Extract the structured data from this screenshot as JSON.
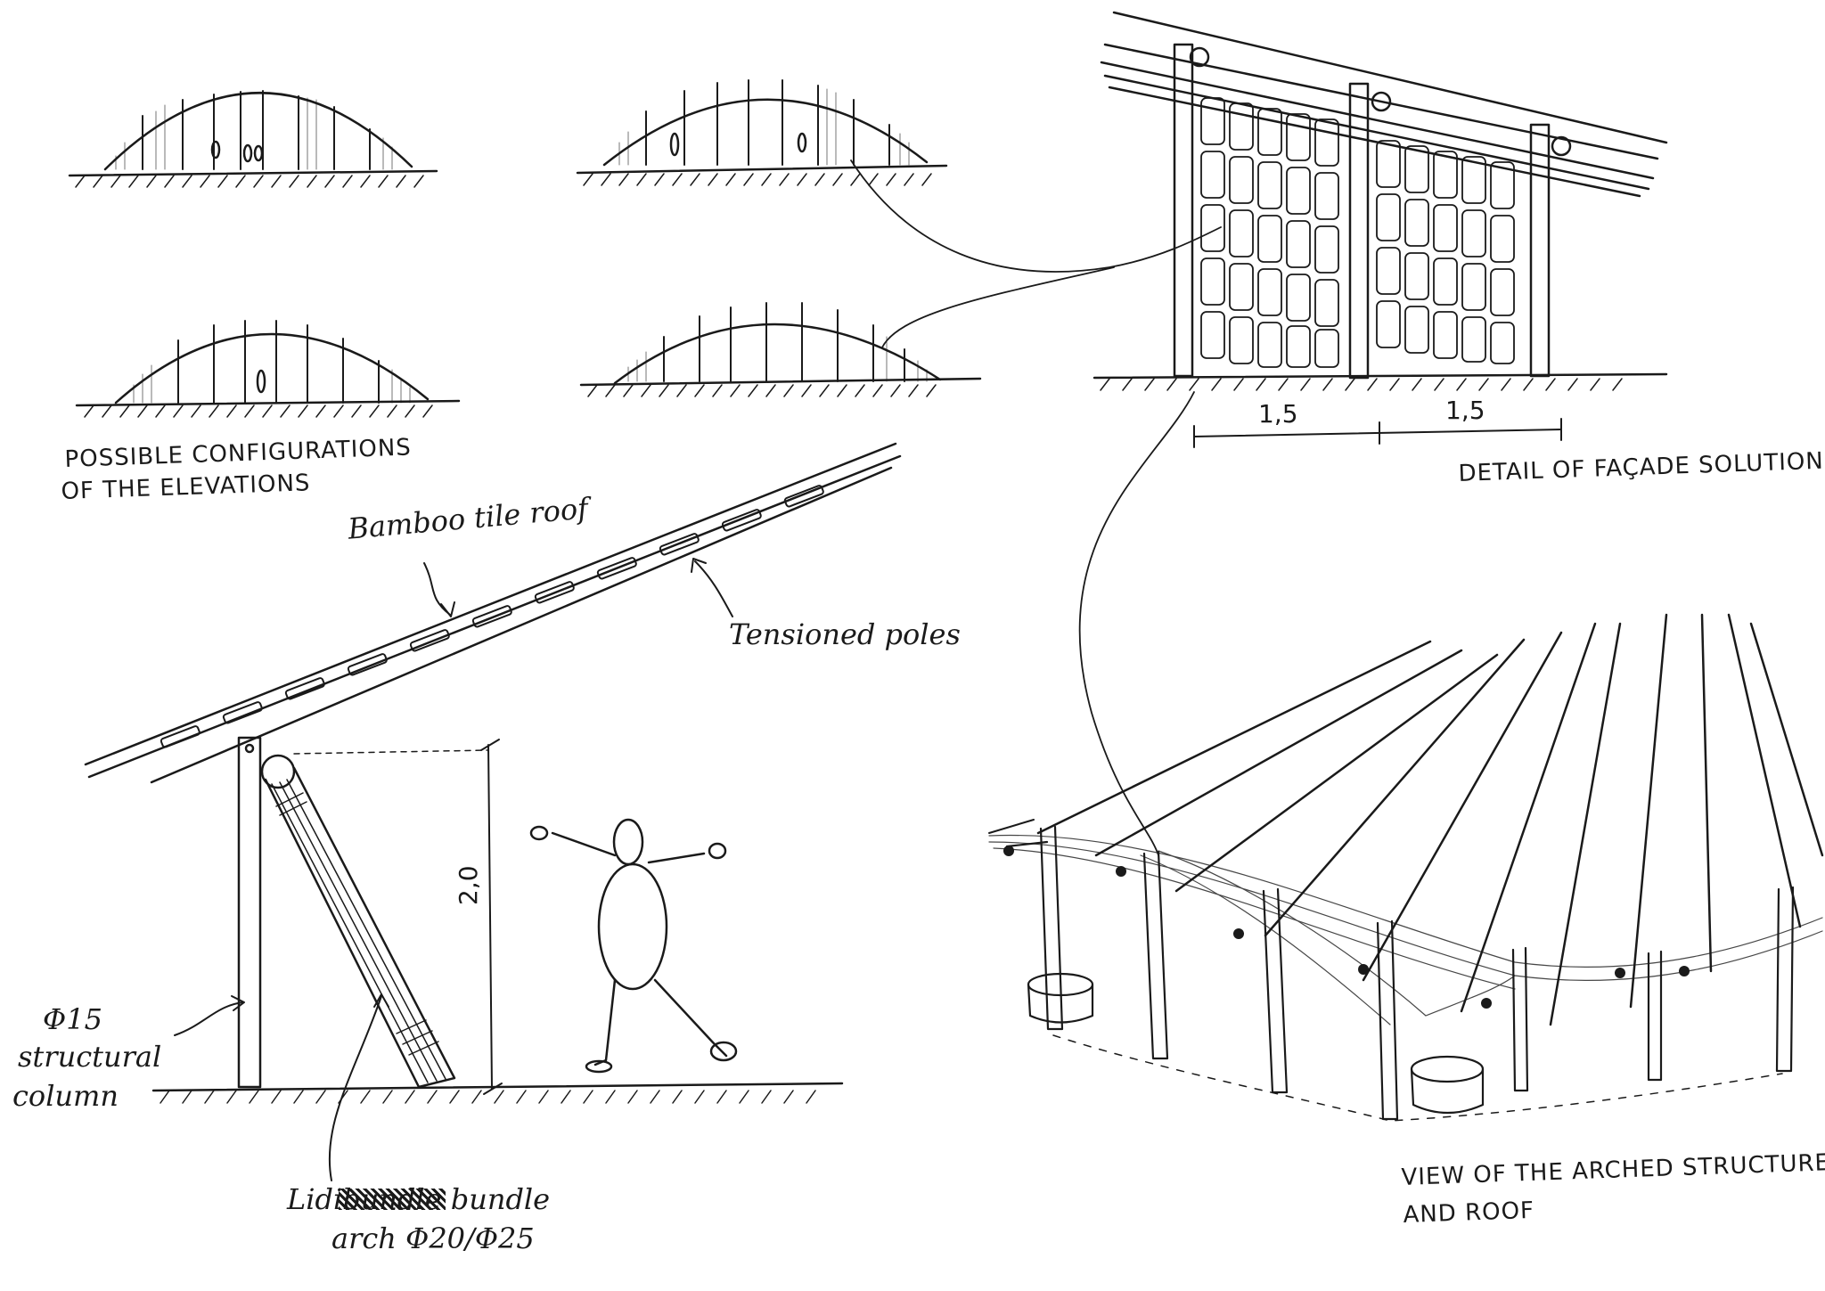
{
  "labels": {
    "elevations_caption_line1": "POSSIBLE CONFIGURATIONS",
    "elevations_caption_line2": "OF THE ELEVATIONS",
    "facade_caption": "DETAIL OF FAÇADE SOLUTION",
    "facade_dim_1": "1,5",
    "facade_dim_2": "1,5",
    "roof_label": "Bamboo tile roof",
    "poles_label": "Tensioned poles",
    "height_dim": "2,0",
    "column_line1": "Φ15",
    "column_line2": "structural",
    "column_line3": "column",
    "arch_line1_a": "Lidi",
    "arch_line1_struck": "bundle",
    "arch_line1_b": "bundle",
    "arch_line2": "arch Φ20/Φ25",
    "view_caption_line1": "VIEW OF THE ARCHED STRUCTURE",
    "view_caption_line2": "AND ROOF"
  },
  "colors": {
    "ink": "#1a1a1a",
    "paper": "#ffffff"
  }
}
